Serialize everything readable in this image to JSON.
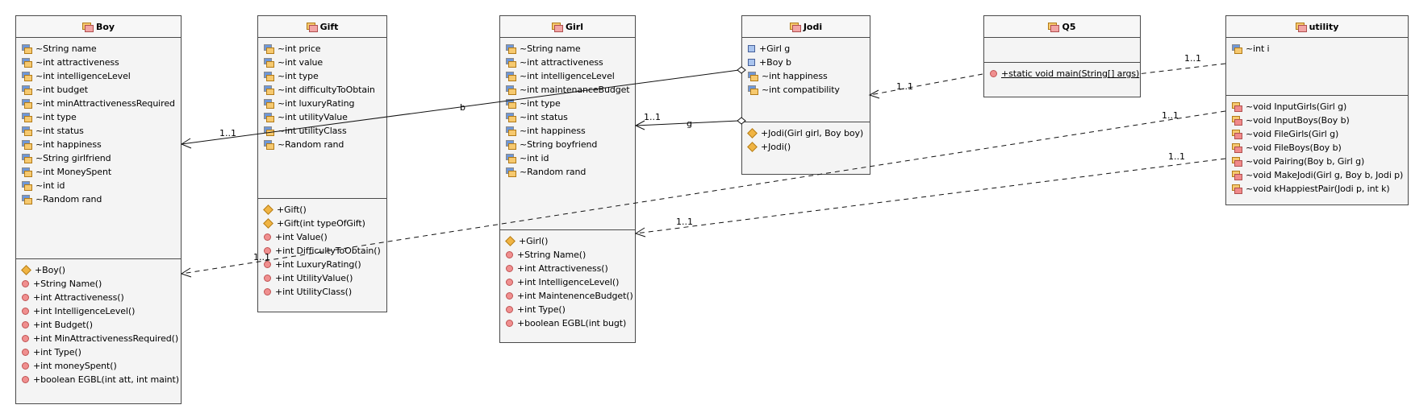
{
  "diagram": {
    "classes": [
      {
        "name": "Boy",
        "fields": [
          {
            "icon": "package-field-icon",
            "text": "~String name"
          },
          {
            "icon": "package-field-icon",
            "text": "~int attractiveness"
          },
          {
            "icon": "package-field-icon",
            "text": "~int intelligenceLevel"
          },
          {
            "icon": "package-field-icon",
            "text": "~int budget"
          },
          {
            "icon": "package-field-icon",
            "text": "~int minAttractivenessRequired"
          },
          {
            "icon": "package-field-icon",
            "text": "~int type"
          },
          {
            "icon": "package-field-icon",
            "text": "~int status"
          },
          {
            "icon": "package-field-icon",
            "text": "~int happiness"
          },
          {
            "icon": "package-field-icon",
            "text": "~String girlfriend"
          },
          {
            "icon": "package-field-icon",
            "text": "~int MoneySpent"
          },
          {
            "icon": "package-field-icon",
            "text": "~int id"
          },
          {
            "icon": "package-field-icon",
            "text": "~Random rand"
          }
        ],
        "methods": [
          {
            "icon": "constructor-icon",
            "text": "+Boy()"
          },
          {
            "icon": "public-method-icon",
            "text": "+String Name()"
          },
          {
            "icon": "public-method-icon",
            "text": "+int Attractiveness()"
          },
          {
            "icon": "public-method-icon",
            "text": "+int IntelligenceLevel()"
          },
          {
            "icon": "public-method-icon",
            "text": "+int Budget()"
          },
          {
            "icon": "public-method-icon",
            "text": "+int MinAttractivenessRequired()"
          },
          {
            "icon": "public-method-icon",
            "text": "+int Type()"
          },
          {
            "icon": "public-method-icon",
            "text": "+int moneySpent()"
          },
          {
            "icon": "public-method-icon",
            "text": "+boolean EGBL(int att, int maint)"
          }
        ]
      },
      {
        "name": "Gift",
        "fields": [
          {
            "icon": "package-field-icon",
            "text": "~int price"
          },
          {
            "icon": "package-field-icon",
            "text": "~int value"
          },
          {
            "icon": "package-field-icon",
            "text": "~int type"
          },
          {
            "icon": "package-field-icon",
            "text": "~int difficultyToObtain"
          },
          {
            "icon": "package-field-icon",
            "text": "~int luxuryRating"
          },
          {
            "icon": "package-field-icon",
            "text": "~int utilityValue"
          },
          {
            "icon": "package-field-icon",
            "text": "~int utilityClass"
          },
          {
            "icon": "package-field-icon",
            "text": "~Random rand"
          }
        ],
        "methods": [
          {
            "icon": "constructor-icon",
            "text": "+Gift()"
          },
          {
            "icon": "constructor-icon",
            "text": "+Gift(int typeOfGift)"
          },
          {
            "icon": "public-method-icon",
            "text": "+int Value()"
          },
          {
            "icon": "public-method-icon",
            "text": "+int DifficultyToObtain()"
          },
          {
            "icon": "public-method-icon",
            "text": "+int LuxuryRating()"
          },
          {
            "icon": "public-method-icon",
            "text": "+int UtilityValue()"
          },
          {
            "icon": "public-method-icon",
            "text": "+int UtilityClass()"
          }
        ]
      },
      {
        "name": "Girl",
        "fields": [
          {
            "icon": "package-field-icon",
            "text": "~String name"
          },
          {
            "icon": "package-field-icon",
            "text": "~int attractiveness"
          },
          {
            "icon": "package-field-icon",
            "text": "~int intelligenceLevel"
          },
          {
            "icon": "package-field-icon",
            "text": "~int maintenanceBudget"
          },
          {
            "icon": "package-field-icon",
            "text": "~int type"
          },
          {
            "icon": "package-field-icon",
            "text": "~int status"
          },
          {
            "icon": "package-field-icon",
            "text": "~int happiness"
          },
          {
            "icon": "package-field-icon",
            "text": "~String boyfriend"
          },
          {
            "icon": "package-field-icon",
            "text": "~int id"
          },
          {
            "icon": "package-field-icon",
            "text": "~Random rand"
          }
        ],
        "methods": [
          {
            "icon": "constructor-icon",
            "text": "+Girl()"
          },
          {
            "icon": "public-method-icon",
            "text": "+String Name()"
          },
          {
            "icon": "public-method-icon",
            "text": "+int Attractiveness()"
          },
          {
            "icon": "public-method-icon",
            "text": "+int IntelligenceLevel()"
          },
          {
            "icon": "public-method-icon",
            "text": "+int MaintenenceBudget()"
          },
          {
            "icon": "public-method-icon",
            "text": "+int Type()"
          },
          {
            "icon": "public-method-icon",
            "text": "+boolean EGBL(int bugt)"
          }
        ]
      },
      {
        "name": "Jodi",
        "fields": [
          {
            "icon": "public-field-icon",
            "text": "+Girl g"
          },
          {
            "icon": "public-field-icon",
            "text": "+Boy b"
          },
          {
            "icon": "package-field-icon",
            "text": "~int happiness"
          },
          {
            "icon": "package-field-icon",
            "text": "~int compatibility"
          }
        ],
        "methods": [
          {
            "icon": "constructor-icon",
            "text": "+Jodi(Girl girl, Boy boy)"
          },
          {
            "icon": "constructor-icon",
            "text": "+Jodi()"
          }
        ]
      },
      {
        "name": "Q5",
        "fields": [],
        "methods": [
          {
            "icon": "public-method-icon",
            "text": "+static void main(String[] args)",
            "underline": true
          }
        ]
      },
      {
        "name": "utility",
        "fields": [
          {
            "icon": "package-field-icon",
            "text": "~int i"
          }
        ],
        "methods": [
          {
            "icon": "package-method-icon",
            "text": "~void InputGirls(Girl g)"
          },
          {
            "icon": "package-method-icon",
            "text": "~void InputBoys(Boy b)"
          },
          {
            "icon": "package-method-icon",
            "text": "~void FileGirls(Girl g)"
          },
          {
            "icon": "package-method-icon",
            "text": "~void FileBoys(Boy b)"
          },
          {
            "icon": "package-method-icon",
            "text": "~void Pairing(Boy b, Girl g)"
          },
          {
            "icon": "package-method-icon",
            "text": "~void MakeJodi(Girl g, Boy b, Jodi p)"
          },
          {
            "icon": "package-method-icon",
            "text": "~void kHappiestPair(Jodi p, int k)"
          }
        ]
      }
    ],
    "connector_labels": {
      "jodi_boy_role": "b",
      "jodi_boy_mult": "1..1",
      "jodi_girl_role": "g",
      "jodi_girl_mult": "1..1",
      "q5_jodi_mult": "1..1",
      "utility_q5_mult": "1..1",
      "utility_boy_src_mult": "1..1",
      "utility_boy_dst_mult": "1..1",
      "utility_girl_src_mult": "1..1",
      "utility_girl_dst_mult": "1..1"
    },
    "colors": {
      "box_fill": "#f4f4f4",
      "box_border": "#4a4a4a",
      "connector": "#111111"
    }
  }
}
